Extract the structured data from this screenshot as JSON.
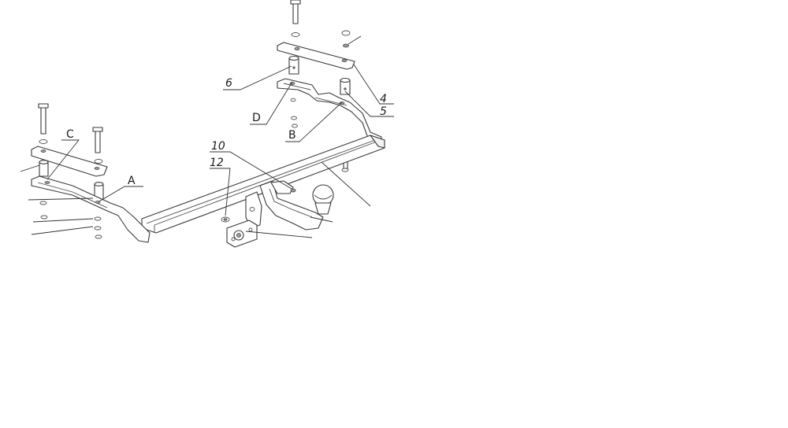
{
  "diagram": {
    "labels": {
      "part_4": "4",
      "part_5": "5",
      "part_6": "6",
      "part_10": "10",
      "part_12": "12",
      "point_a": "A",
      "point_b": "B",
      "point_c": "C",
      "point_d": "D"
    }
  }
}
